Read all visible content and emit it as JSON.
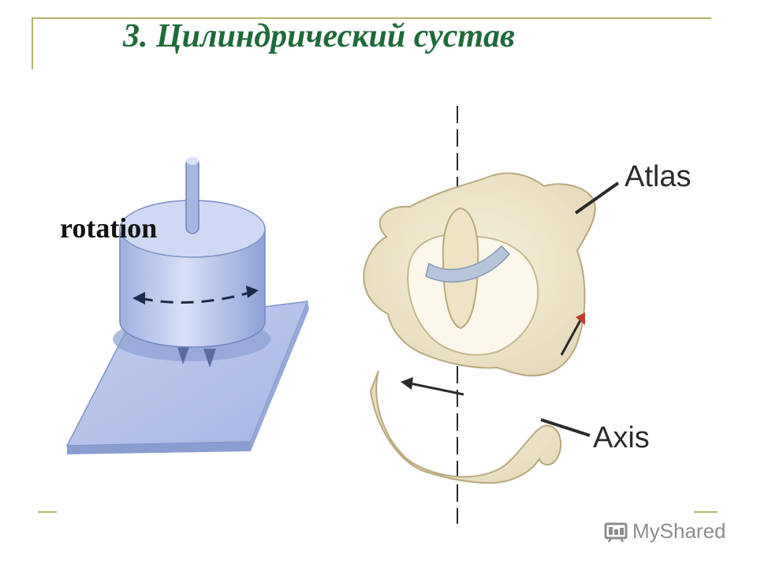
{
  "slide": {
    "title": "3. Цилиндрический сустав"
  },
  "model": {
    "rotation_label": "rotation"
  },
  "anatomy": {
    "atlas_label": "Atlas",
    "axis_label": "Axis"
  },
  "watermark": {
    "text": "MyShared"
  },
  "colors": {
    "title": "#1f6a3b",
    "frame": "#b9b16a",
    "cylinder": "#a9b9e3",
    "base_plate": "#aebce6",
    "bone": "#efe7cf",
    "ligament": "#b7c5db"
  }
}
